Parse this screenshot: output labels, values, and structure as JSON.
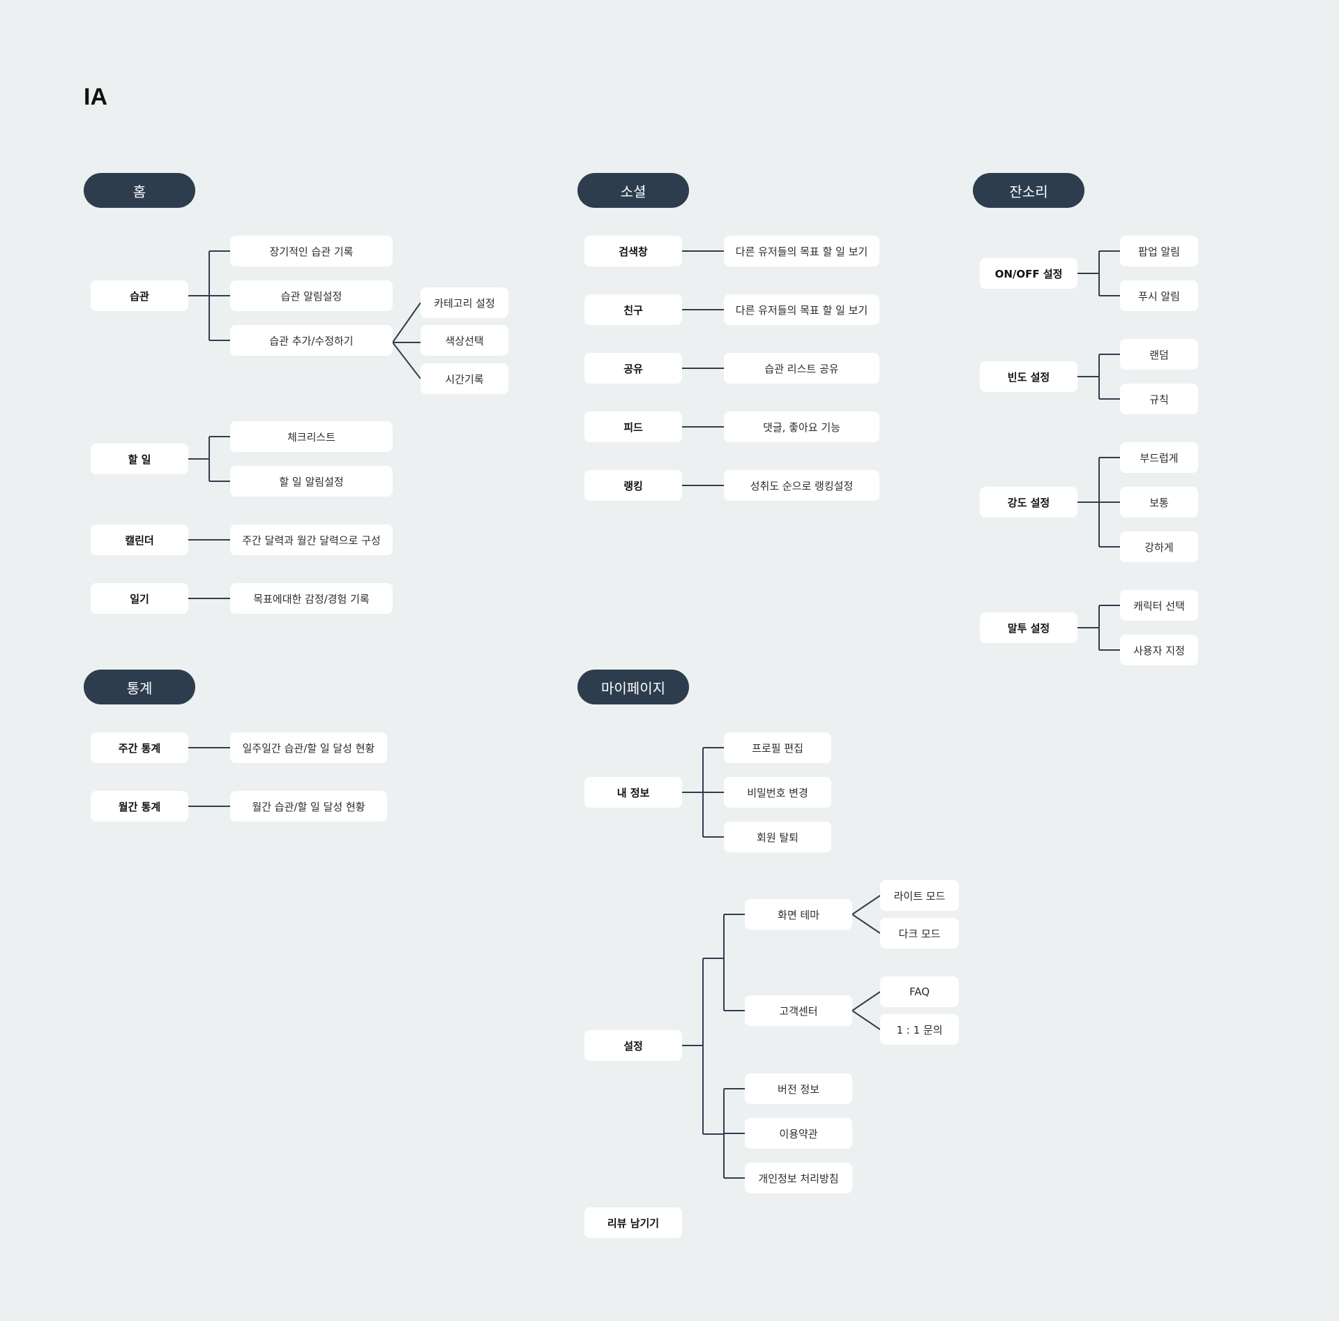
{
  "title": "IA",
  "colors": {
    "background": "#edf0f1",
    "pill": "#2e3d4e",
    "node": "#ffffff",
    "line": "#2e3d4e"
  },
  "sections": {
    "home": "홈",
    "social": "소셜",
    "nag": "잔소리",
    "stats": "통계",
    "mypage": "마이페이지"
  },
  "home": {
    "habit": "습관",
    "habit_long_record": "장기적인 습관 기록",
    "habit_alarm": "습관 알림설정",
    "habit_add_edit": "습관 추가/수정하기",
    "category_setting": "카테고리 설정",
    "color_select": "색상선택",
    "time_record": "시간기록",
    "todo": "할 일",
    "checklist": "체크리스트",
    "todo_alarm": "할 일 알림설정",
    "calendar": "캘린더",
    "calendar_desc": "주간 달력과 월간 달력으로 구성",
    "diary": "일기",
    "diary_desc": "목표에대한 감정/경험 기록"
  },
  "social": {
    "search": "검색창",
    "search_desc": "다른 유저들의 목표 할 일 보기",
    "friends": "친구",
    "friends_desc": "다른 유저들의 목표 할 일 보기",
    "share": "공유",
    "share_desc": "습관 리스트 공유",
    "feed": "피드",
    "feed_desc": "댓글, 좋아요 기능",
    "ranking": "랭킹",
    "ranking_desc": "성취도 순으로 랭킹설정"
  },
  "nag": {
    "onoff": "ON/OFF 설정",
    "popup": "팝업 알림",
    "push": "푸시 알림",
    "frequency": "빈도 설정",
    "random": "랜덤",
    "rule": "규칙",
    "intensity": "강도 설정",
    "soft": "부드럽게",
    "normal": "보통",
    "strong": "강하게",
    "tone": "말투 설정",
    "character": "캐릭터 선택",
    "custom": "사용자 지정"
  },
  "stats": {
    "weekly": "주간 통계",
    "weekly_desc": "일주일간 습관/할 일 달성 현황",
    "monthly": "월간 통계",
    "monthly_desc": "월간 습관/할 일 달성 현황"
  },
  "mypage": {
    "myinfo": "내 정보",
    "profile_edit": "프로필 편집",
    "password_change": "비밀번호 변경",
    "withdraw": "회원 탈퇴",
    "settings": "설정",
    "theme": "화면 테마",
    "light_mode": "라이트 모드",
    "dark_mode": "다크 모드",
    "support": "고객센터",
    "faq": "FAQ",
    "inquiry": "1 : 1 문의",
    "version": "버전 정보",
    "terms": "이용약관",
    "privacy": "개인정보 처리방침",
    "review": "리뷰 남기기"
  }
}
